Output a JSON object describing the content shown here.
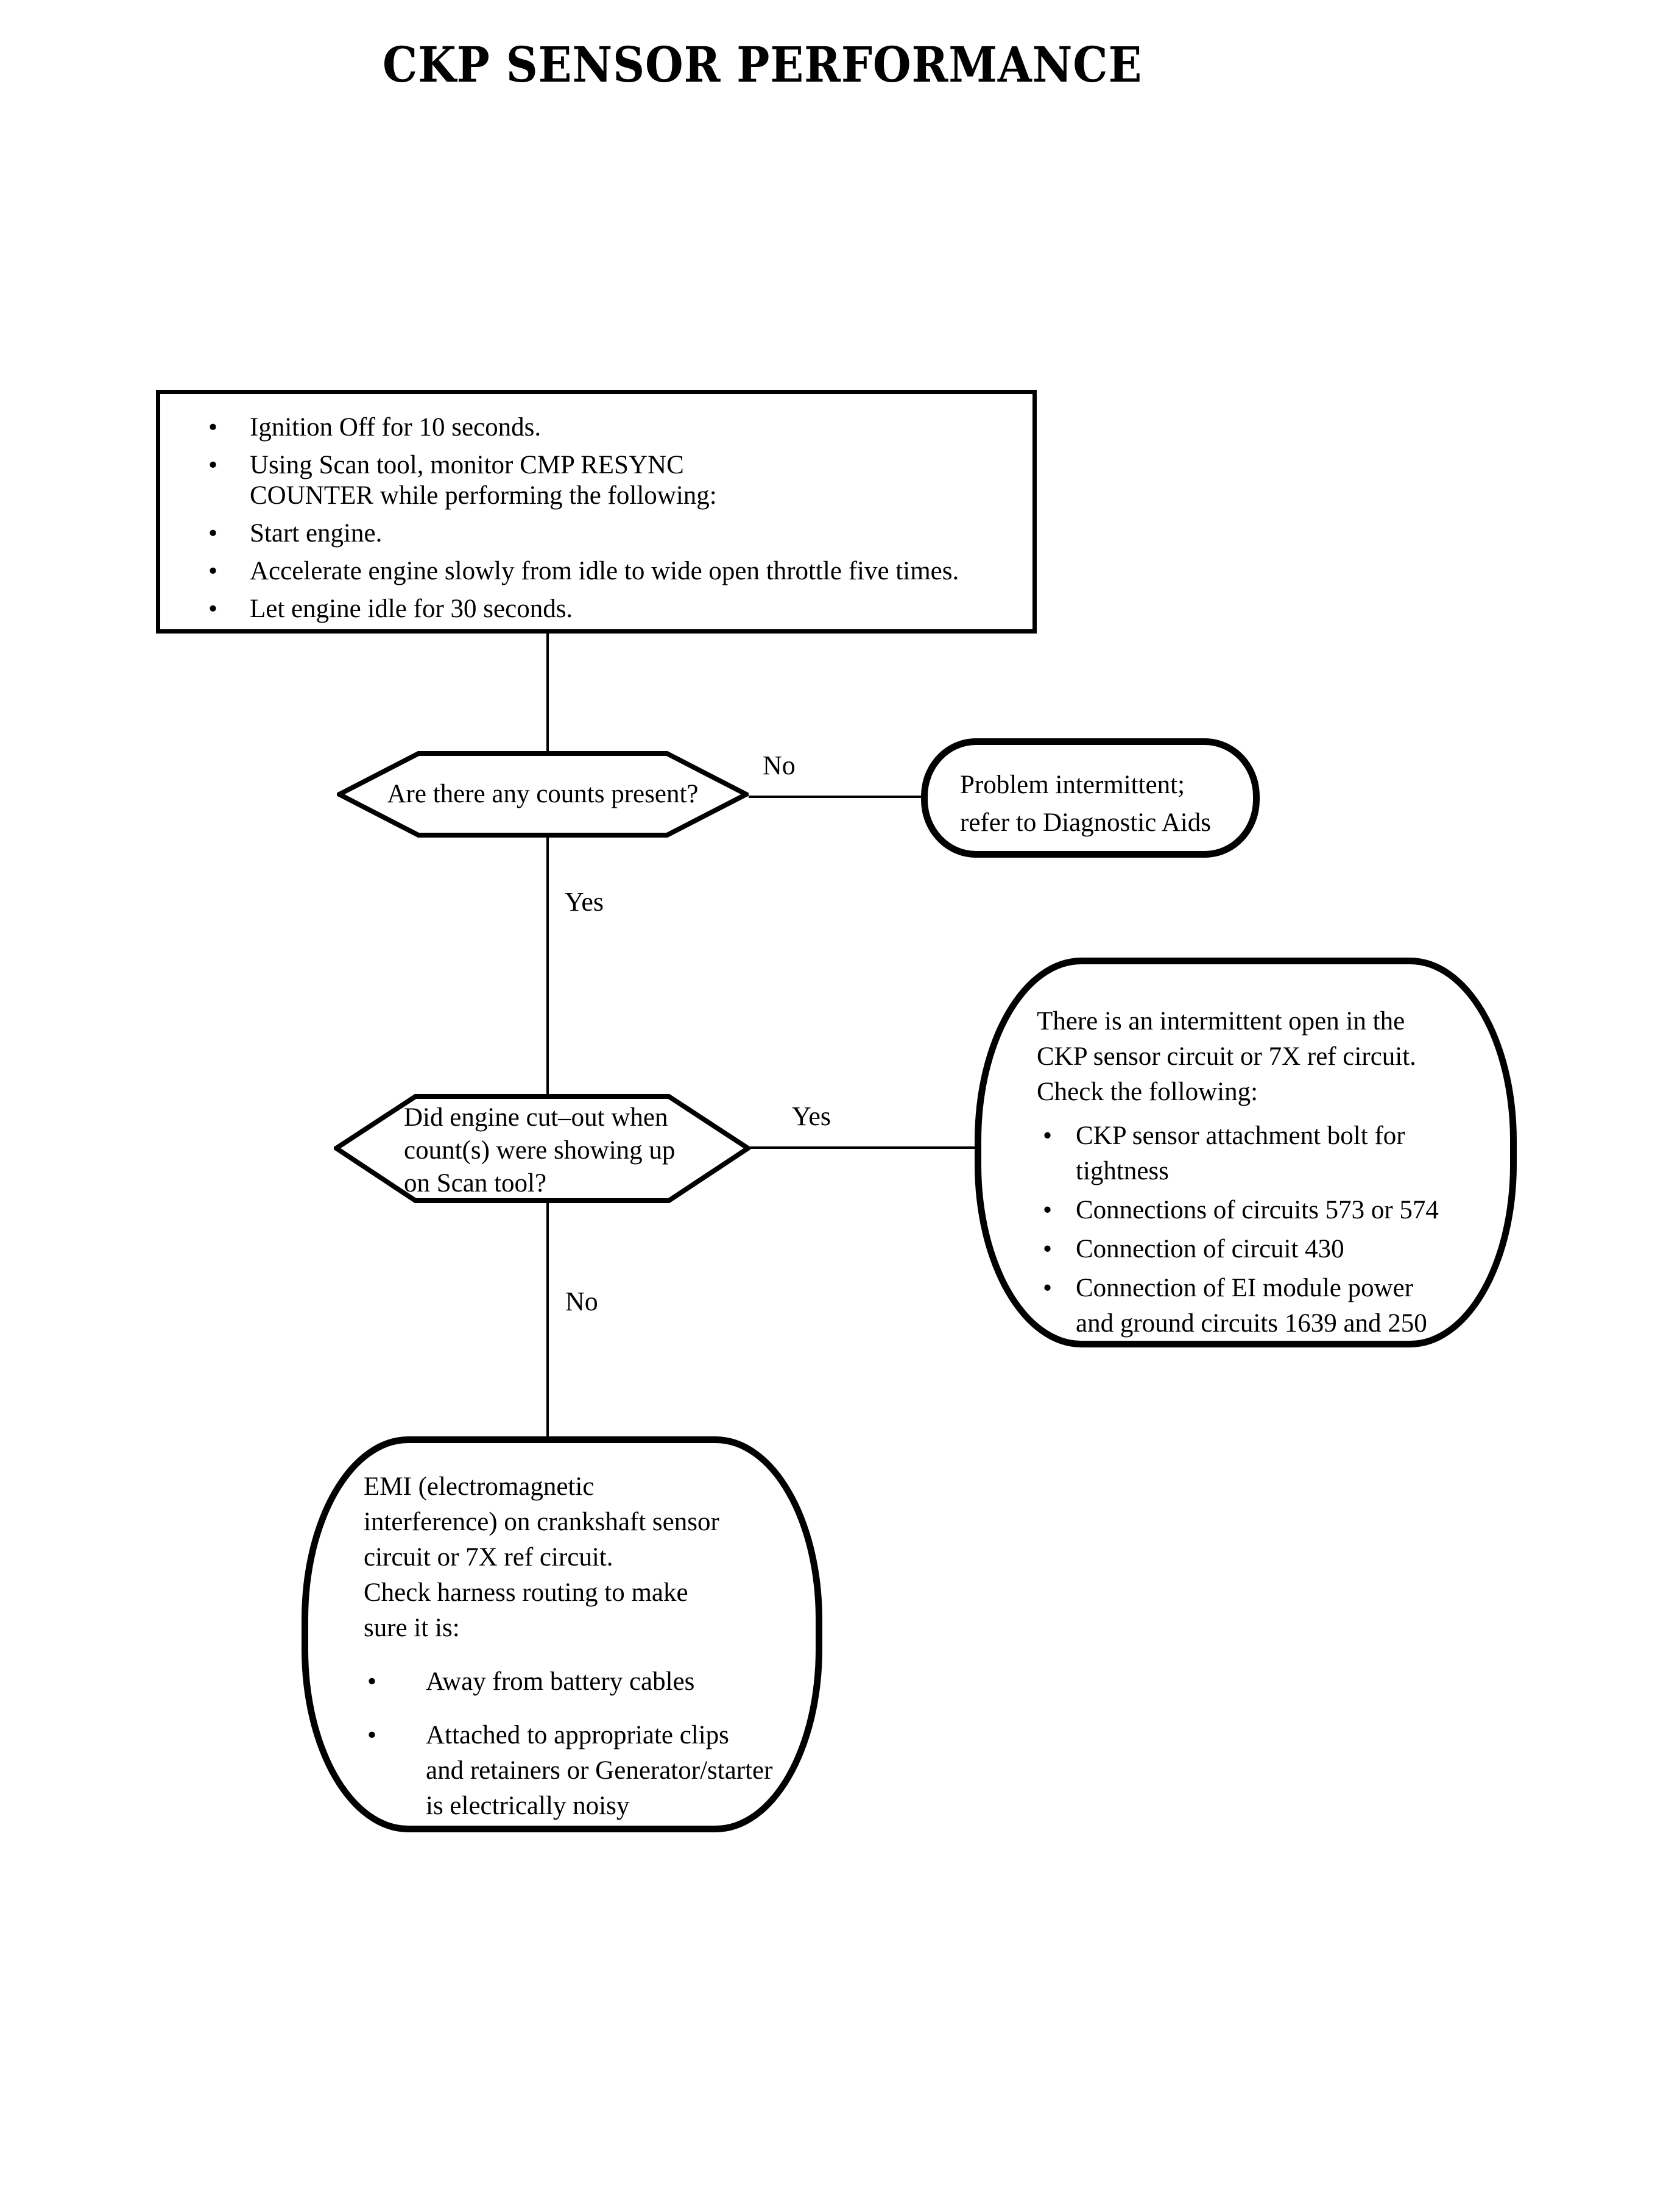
{
  "title": "CKP SENSOR PERFORMANCE",
  "glyphs": {
    "bullet": "•"
  },
  "colors": {
    "ink": "#000000",
    "paper": "#ffffff"
  },
  "steps_box": {
    "items": [
      {
        "lines": [
          "Ignition Off for 10 seconds."
        ]
      },
      {
        "lines": [
          "Using Scan tool, monitor CMP RESYNC",
          "COUNTER while performing the following:"
        ]
      },
      {
        "lines": [
          "Start engine."
        ]
      },
      {
        "lines": [
          "Accelerate engine slowly from idle to wide open throttle five times."
        ]
      },
      {
        "lines": [
          "Let engine idle for 30 seconds."
        ]
      }
    ]
  },
  "decision1": {
    "question": "Are there any counts present?",
    "no_label": "No",
    "yes_label": "Yes"
  },
  "intermittent_box": {
    "lines": [
      "Problem intermittent;",
      "refer to Diagnostic Aids"
    ]
  },
  "decision2": {
    "lines": [
      "Did engine cut–out when",
      "count(s) were showing up",
      "on Scan tool?"
    ],
    "yes_label": "Yes",
    "no_label": "No"
  },
  "open_circuit_box": {
    "lines": [
      "There is an intermittent open in the",
      "CKP sensor circuit or 7X ref circuit.",
      "Check the following:"
    ],
    "bullets": [
      {
        "lines": [
          "CKP sensor attachment bolt for",
          "tightness"
        ]
      },
      {
        "lines": [
          "Connections of circuits 573 or 574"
        ]
      },
      {
        "lines": [
          "Connection of circuit 430"
        ]
      },
      {
        "lines": [
          "Connection of EI module power",
          "and ground circuits 1639 and 250"
        ]
      }
    ]
  },
  "emi_box": {
    "lines": [
      "EMI (electromagnetic",
      "interference) on crankshaft sensor",
      "circuit or 7X ref circuit.",
      "Check harness routing to make",
      "sure it is:"
    ],
    "bullets": [
      {
        "lines": [
          "Away from battery cables"
        ]
      },
      {
        "lines": [
          "Attached to appropriate clips",
          "and retainers or Generator/starter",
          "is electrically noisy"
        ]
      }
    ]
  }
}
